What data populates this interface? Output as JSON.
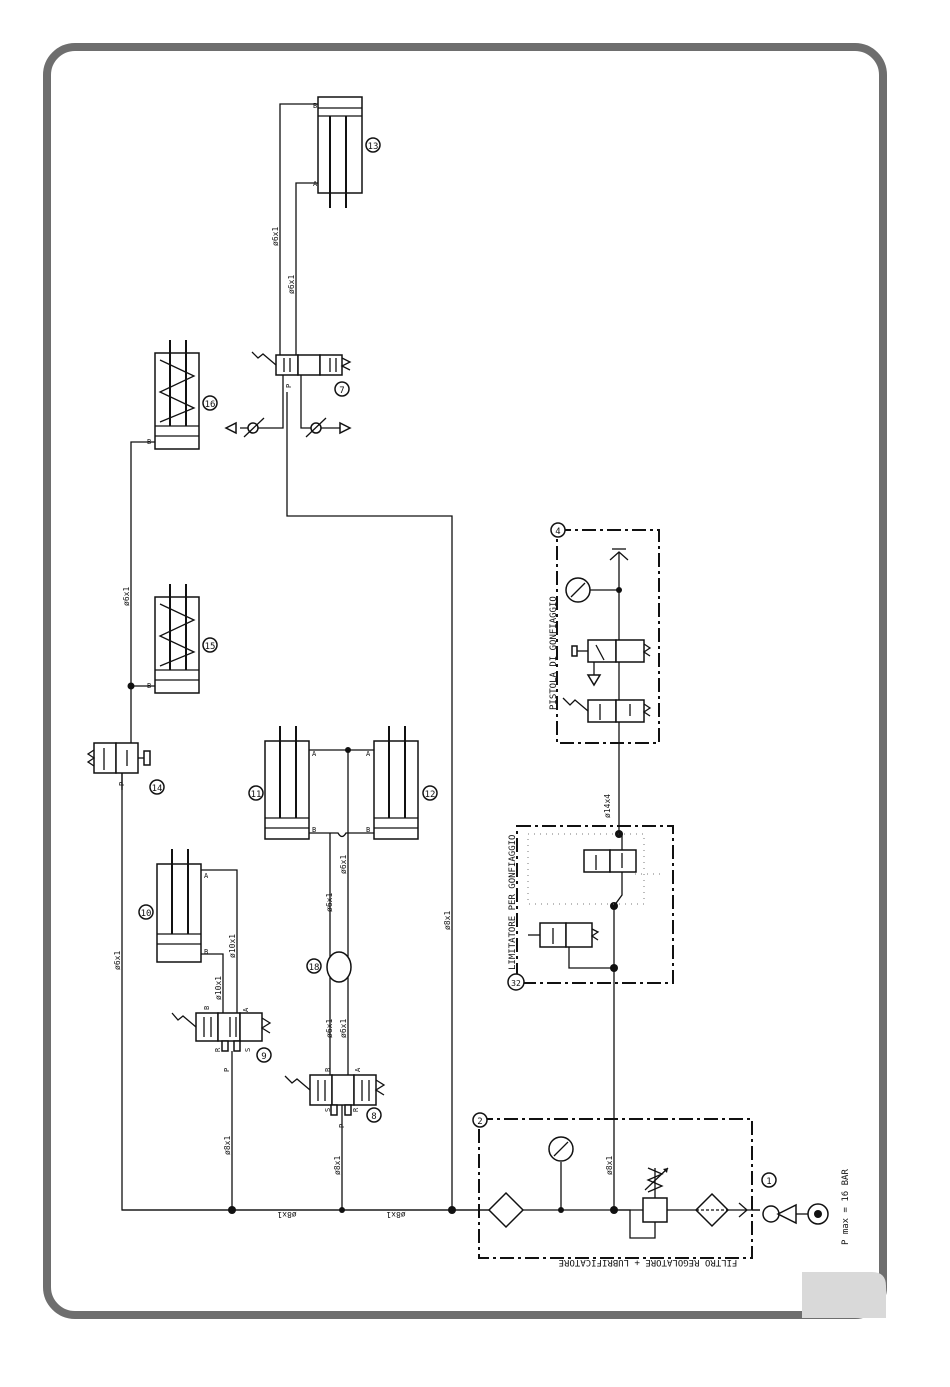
{
  "diagram": {
    "component_numbers": {
      "c1": "1",
      "c2": "2",
      "c4": "4",
      "c7": "7",
      "c8": "8",
      "c9": "9",
      "c10": "10",
      "c11": "11",
      "c12": "12",
      "c13": "13",
      "c14": "14",
      "c15": "15",
      "c16": "16",
      "c18": "18",
      "c32": "32"
    },
    "group_labels": {
      "filter": "FILTRO REGOLATORE + LUBRIFICATORE",
      "limiter": "LIMITATORE PER GONFIAGGIO",
      "gun": "PISTOLA DI GONFIAGGIO"
    },
    "pressure_label": "P max = 16 BAR",
    "pipe_labels": {
      "d6x1": "ø6x1",
      "d8x1": "ø8x1",
      "d10x1": "ø10x1",
      "d14x4": "ø14x4"
    },
    "port_labels": {
      "A": "A",
      "B": "B",
      "P": "P",
      "R": "R",
      "S": "S"
    }
  },
  "colors": {
    "frame": "#6e6e6e",
    "corner_tab": "#d9d9d9",
    "lines": "#111111"
  }
}
